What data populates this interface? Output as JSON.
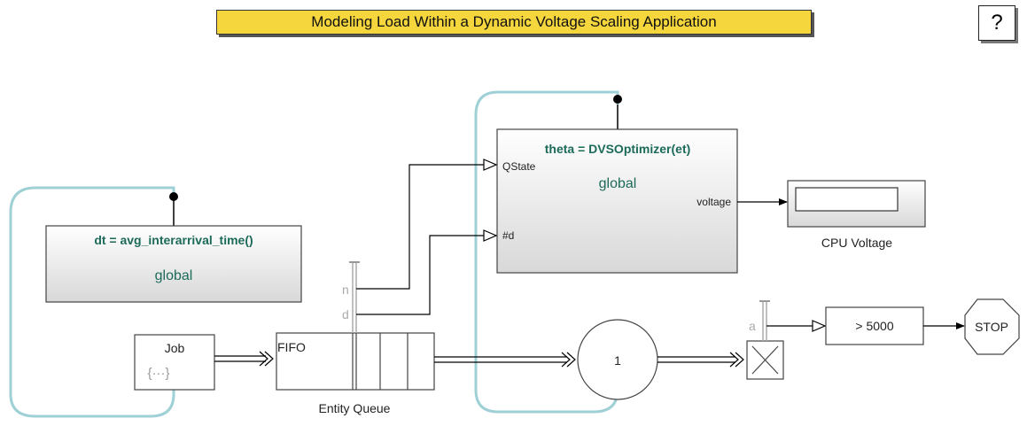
{
  "header": {
    "title": "Modeling Load Within a Dynamic Voltage Scaling Application",
    "help_label": "?"
  },
  "blocks": {
    "dt_function": {
      "signature": "dt = avg_interarrival_time()",
      "scope": "global"
    },
    "dvs_function": {
      "signature": "theta = DVSOptimizer(et)",
      "scope": "global",
      "in_port_1": "QState",
      "in_port_2": "#d",
      "out_port": "voltage"
    },
    "cpu_display": {
      "label": "CPU Voltage"
    },
    "job_generator": {
      "label": "Job",
      "symbol": "{···}"
    },
    "entity_queue": {
      "policy": "FIFO",
      "label": "Entity Queue",
      "port_n": "n",
      "port_d": "d"
    },
    "server": {
      "capacity": "1"
    },
    "terminator": {
      "port_a": "a"
    },
    "compare": {
      "label": "> 5000"
    },
    "stop": {
      "label": "STOP"
    }
  },
  "colors": {
    "loop": "#9fd0d6",
    "title_bg": "#f5d63d",
    "text_green": "#1c6a5a"
  }
}
